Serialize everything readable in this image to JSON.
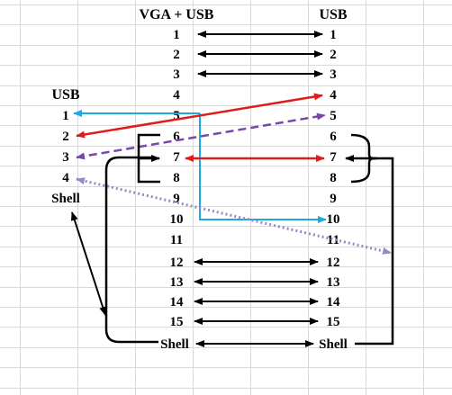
{
  "headers": {
    "vga_usb": "VGA + USB",
    "usb_right": "USB",
    "usb_left": "USB"
  },
  "left_pins": [
    "1",
    "2",
    "3",
    "4",
    "5",
    "6",
    "7",
    "8",
    "9",
    "10",
    "11",
    "12",
    "13",
    "14",
    "15",
    "Shell"
  ],
  "right_pins": [
    "1",
    "2",
    "3",
    "4",
    "5",
    "6",
    "7",
    "8",
    "9",
    "10",
    "11",
    "12",
    "13",
    "14",
    "15",
    "Shell"
  ],
  "usb_pins": [
    "1",
    "2",
    "3",
    "4",
    "Shell"
  ],
  "colors": {
    "black": "#000000",
    "cyan": "#1fa7df",
    "red": "#e01b1b",
    "purple": "#7a46a8",
    "lavender": "#9a86c8",
    "grid": "#d9d9d9"
  }
}
